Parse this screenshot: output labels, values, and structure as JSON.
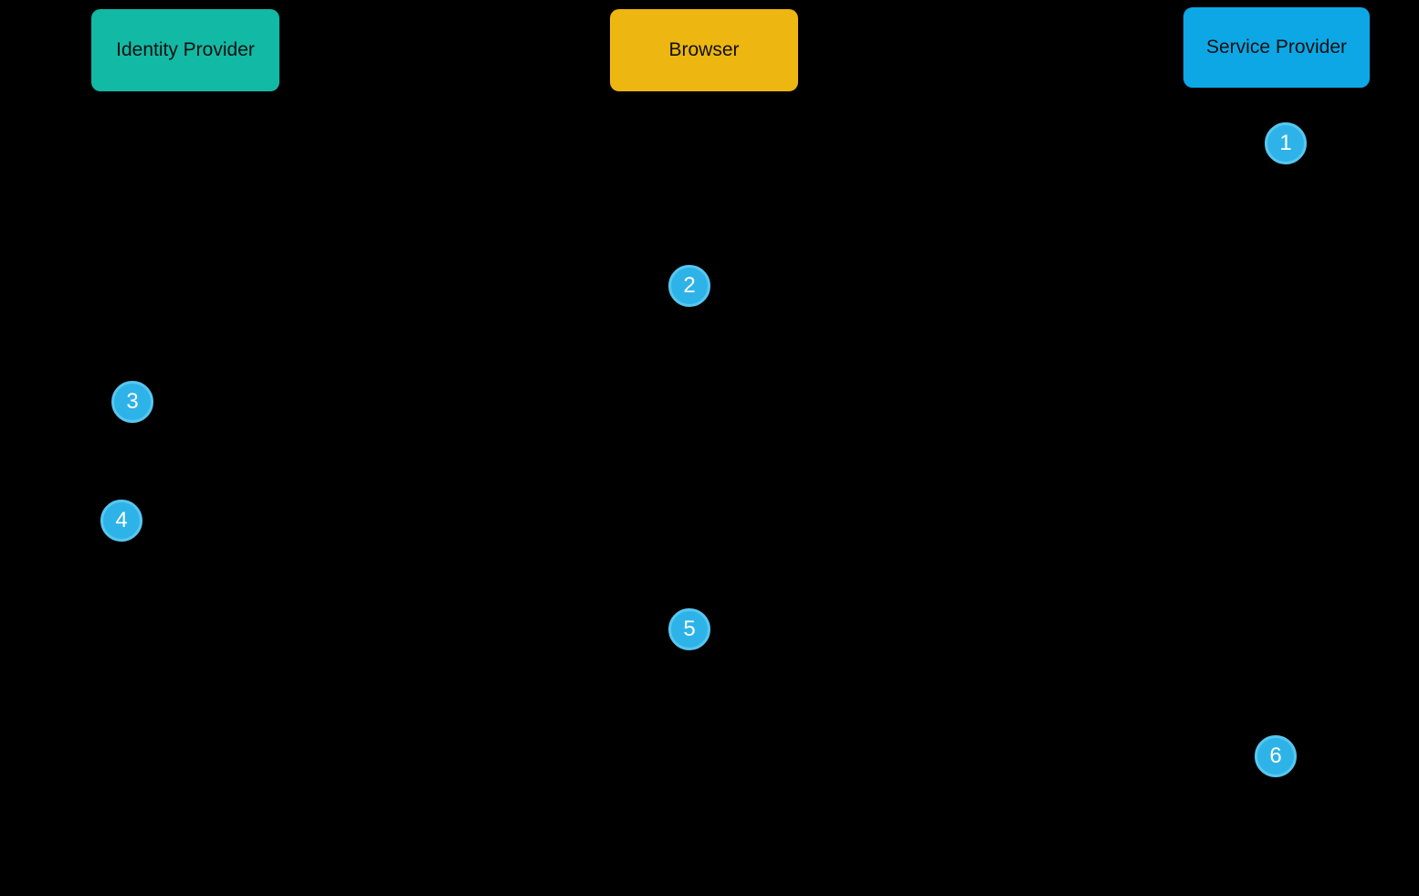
{
  "diagram": {
    "background_color": "#000000",
    "lanes": [
      {
        "label": "Identity Provider",
        "color": "#12b9a4"
      },
      {
        "label": "Browser",
        "color": "#edb611"
      },
      {
        "label": "Service Provider",
        "color": "#0da7e6"
      }
    ],
    "step_style": {
      "fill_color": "#2eb3e8",
      "border_color": "#57c7f0",
      "text_color": "#ffffff"
    },
    "steps": [
      {
        "number": "1"
      },
      {
        "number": "2"
      },
      {
        "number": "3"
      },
      {
        "number": "4"
      },
      {
        "number": "5"
      },
      {
        "number": "6"
      }
    ]
  }
}
